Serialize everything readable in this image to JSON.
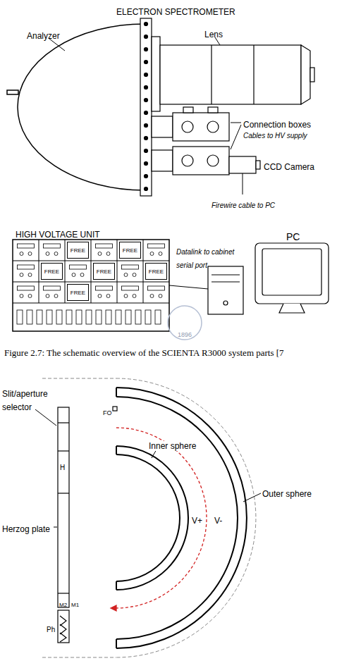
{
  "diagram": {
    "caption": "Figure 2.7: The schematic overview of the SCIENTA R3000 system parts [7",
    "nodes": [
      {
        "text": [
          "FREE"
        ]
      },
      {
        "text": [
          "FREE"
        ]
      },
      {
        "text": [
          "FREE"
        ]
      },
      {
        "text": [
          "FREE"
        ]
      },
      {
        "text": [
          "FREE"
        ]
      },
      {
        "text": [
          "FREE"
        ]
      }
    ],
    "labels": [
      "ELECTRON SPECTROMETER",
      "Analyzer",
      "Lens",
      "Connection boxes",
      "Cables to HV supply",
      "CCD Camera",
      "Firewire cable to PC",
      "HIGH VOLTAGE UNIT",
      "Datalink to cabinet serial port",
      "PC",
      "1896",
      "Slit/aperture selector",
      "FO",
      "H",
      "Herzog plate",
      "Inner sphere",
      "Outer sphere",
      "V+",
      "V-",
      "M2",
      "M1",
      "Ph"
    ]
  }
}
